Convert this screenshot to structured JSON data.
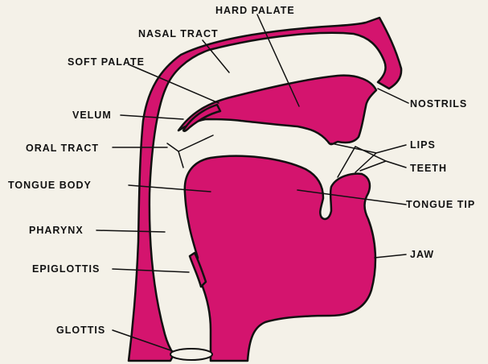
{
  "colors": {
    "background": "#f4f1e8",
    "tissue": "#d4146e",
    "outline": "#111111"
  },
  "labels": {
    "hard_palate": "HARD PALATE",
    "nasal_tract": "NASAL TRACT",
    "soft_palate": "SOFT PALATE",
    "velum": "VELUM",
    "oral_tract": "ORAL TRACT",
    "tongue_body": "TONGUE BODY",
    "pharynx": "PHARYNX",
    "epiglottis": "EPIGLOTTIS",
    "glottis": "GLOTTIS",
    "nostrils": "NOSTRILS",
    "lips": "LIPS",
    "teeth": "TEETH",
    "tongue_tip": "TONGUE TIP",
    "jaw": "JAW"
  }
}
